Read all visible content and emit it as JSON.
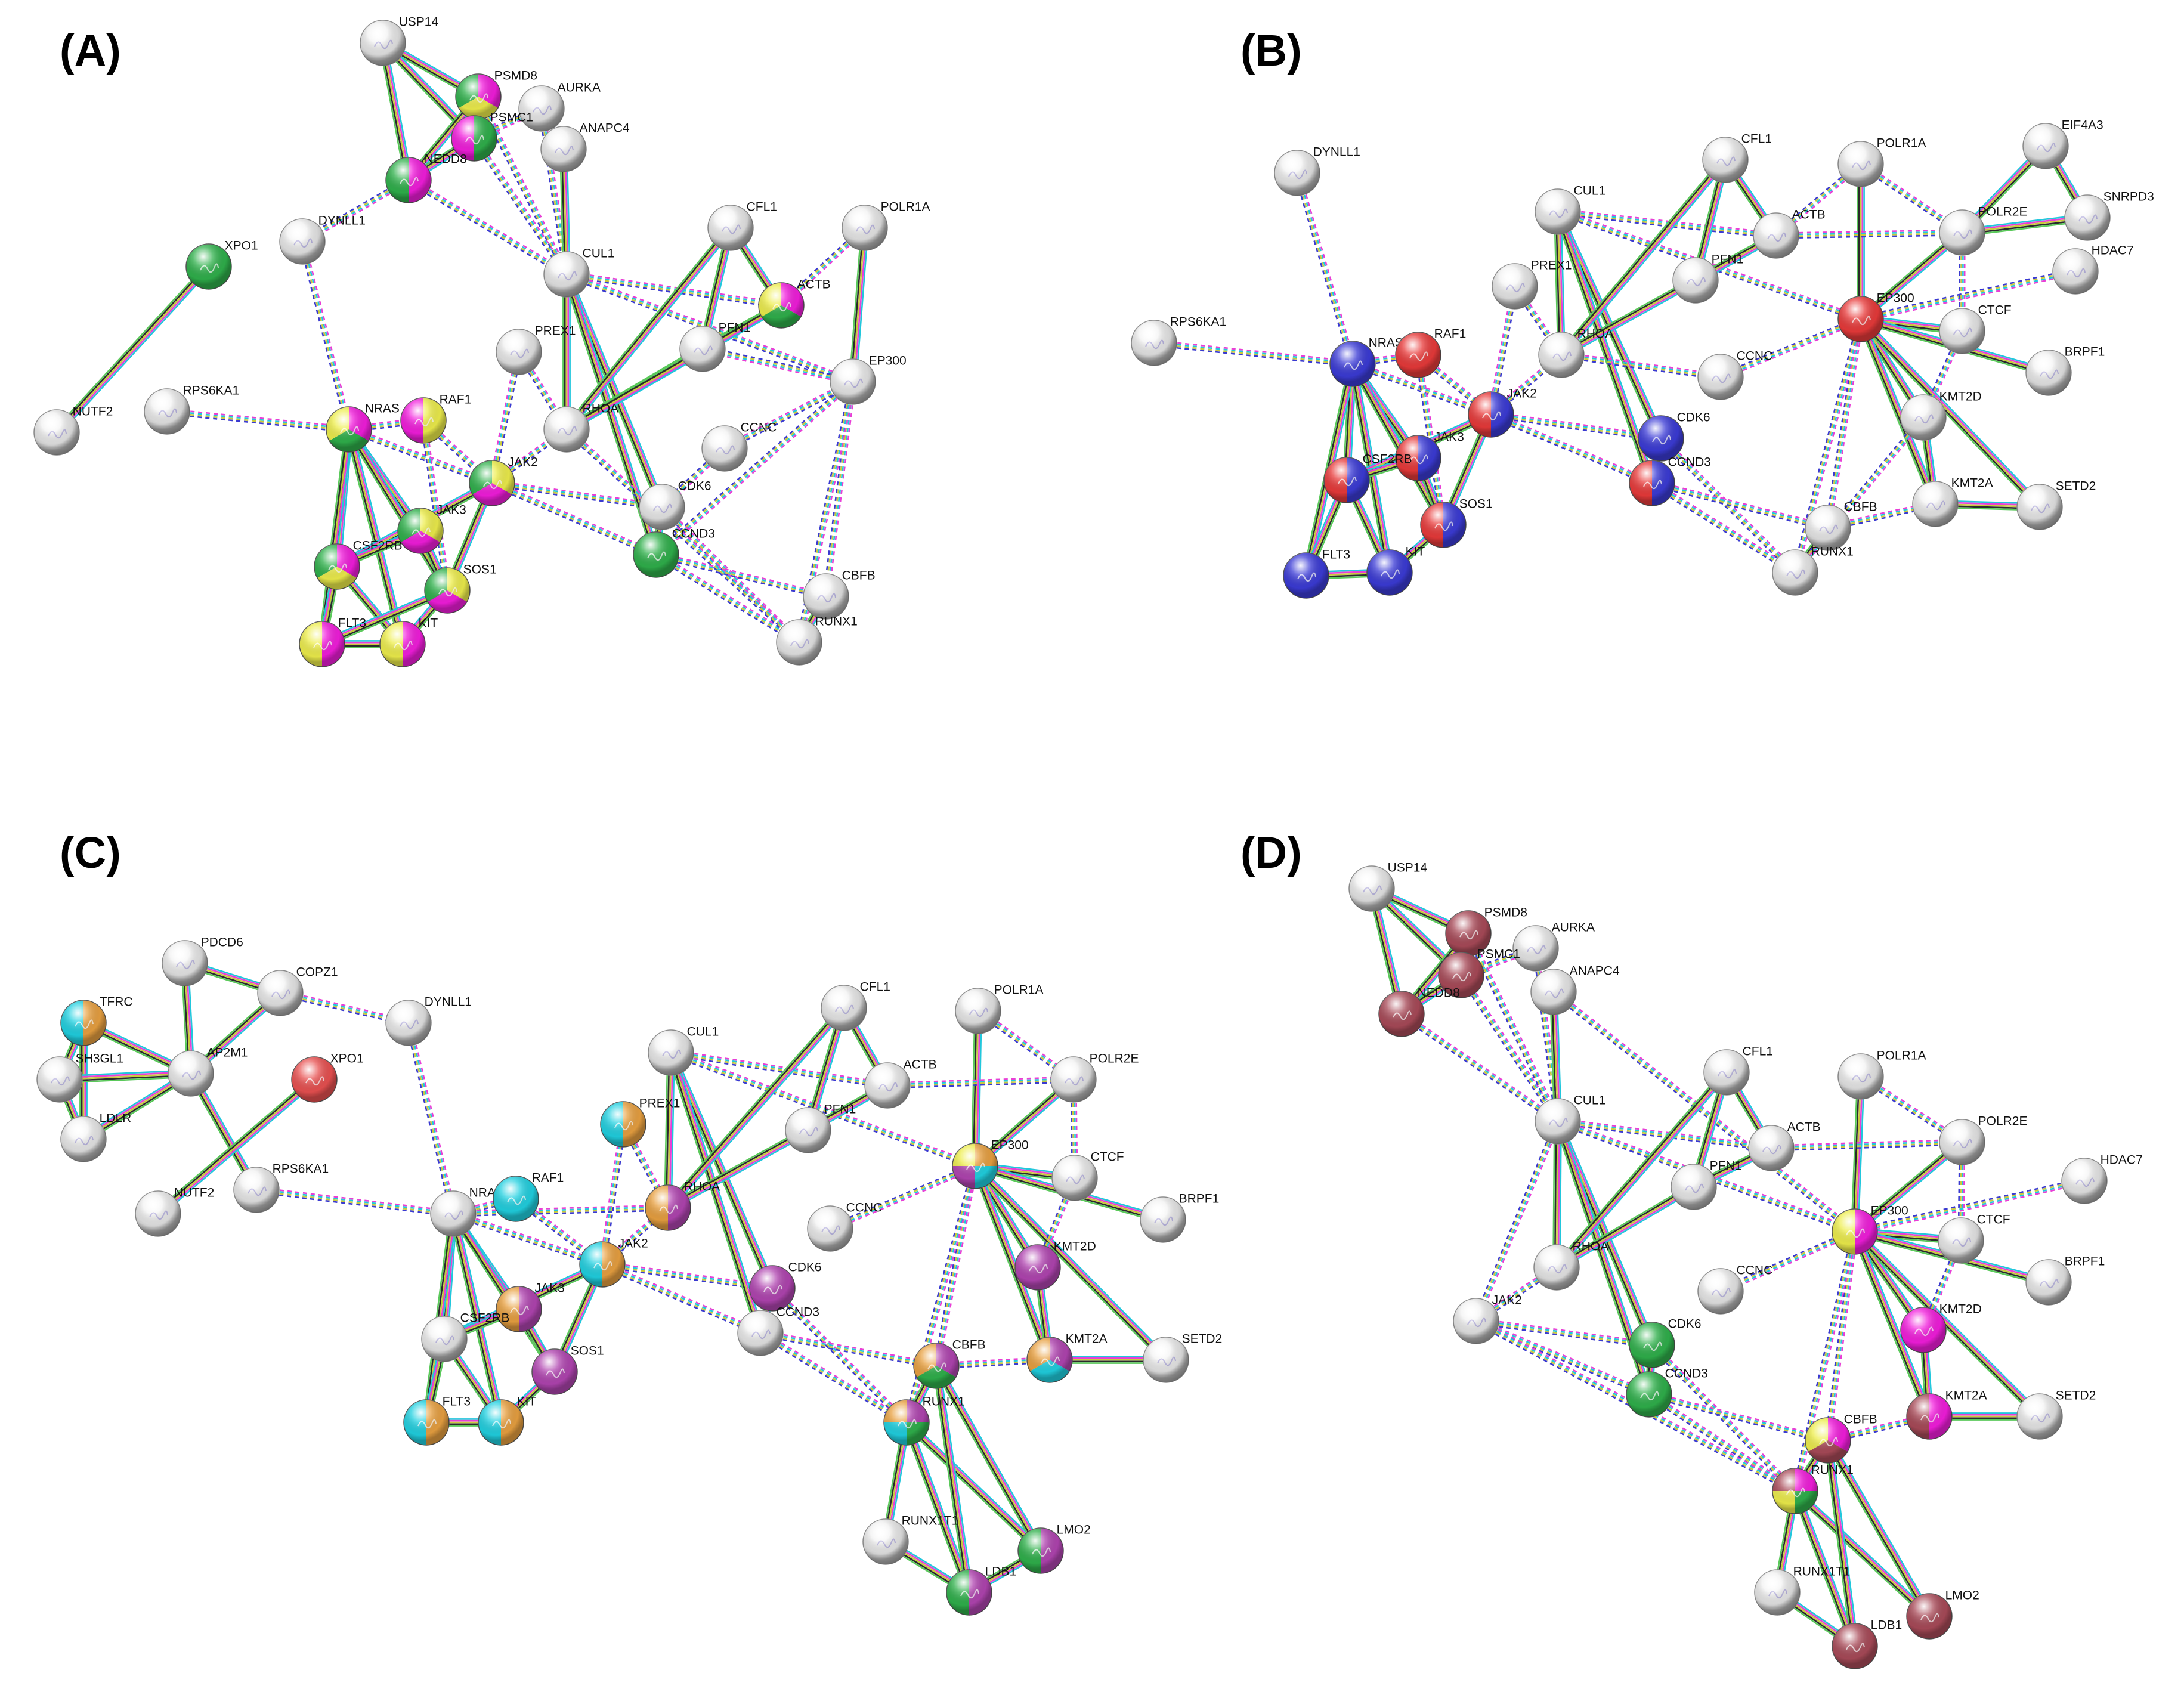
{
  "panels": [
    {
      "label": "(A)",
      "nodes": [
        {
          "name": "USP14",
          "colors": []
        },
        {
          "name": "PSMD8",
          "colors": [
            "#f21ddc",
            "#eded4b",
            "#2fb04b"
          ]
        },
        {
          "name": "AURKA",
          "colors": []
        },
        {
          "name": "PSMC1",
          "colors": [
            "#2fb04b",
            "#f21ddc"
          ]
        },
        {
          "name": "ANAPC4",
          "colors": []
        },
        {
          "name": "NEDD8",
          "colors": [
            "#f21ddc",
            "#2fb04b"
          ]
        },
        {
          "name": "DYNLL1",
          "colors": []
        },
        {
          "name": "CUL1",
          "colors": []
        },
        {
          "name": "CFL1",
          "colors": []
        },
        {
          "name": "POLR1A",
          "colors": []
        },
        {
          "name": "XPO1",
          "colors": [
            "#2fb04b"
          ]
        },
        {
          "name": "ACTB",
          "colors": [
            "#f21ddc",
            "#2fb04b",
            "#eded4b"
          ]
        },
        {
          "name": "PREX1",
          "colors": []
        },
        {
          "name": "PFN1",
          "colors": []
        },
        {
          "name": "EP300",
          "colors": []
        },
        {
          "name": "RPS6KA1",
          "colors": []
        },
        {
          "name": "NUTF2",
          "colors": []
        },
        {
          "name": "NRAS",
          "colors": [
            "#f21ddc",
            "#2fb04b",
            "#eded4b"
          ]
        },
        {
          "name": "RAF1",
          "colors": [
            "#eded4b",
            "#f21ddc"
          ]
        },
        {
          "name": "RHOA",
          "colors": []
        },
        {
          "name": "CCNC",
          "colors": []
        },
        {
          "name": "JAK2",
          "colors": [
            "#eded4b",
            "#f21ddc",
            "#2fb04b"
          ]
        },
        {
          "name": "JAK3",
          "colors": [
            "#eded4b",
            "#f21ddc",
            "#2fb04b"
          ]
        },
        {
          "name": "CDK6",
          "colors": []
        },
        {
          "name": "CSF2RB",
          "colors": [
            "#f21ddc",
            "#eded4b",
            "#2fb04b"
          ]
        },
        {
          "name": "CCND3",
          "colors": [
            "#2fb04b"
          ]
        },
        {
          "name": "SOS1",
          "colors": [
            "#eded4b",
            "#f21ddc",
            "#2fb04b"
          ]
        },
        {
          "name": "FLT3",
          "colors": [
            "#f21ddc",
            "#eded4b"
          ]
        },
        {
          "name": "KIT",
          "colors": [
            "#f21ddc",
            "#eded4b"
          ]
        },
        {
          "name": "CBFB",
          "colors": []
        },
        {
          "name": "RUNX1",
          "colors": []
        }
      ]
    },
    {
      "label": "(B)",
      "nodes": [
        {
          "name": "DYNLL1",
          "colors": []
        },
        {
          "name": "CFL1",
          "colors": []
        },
        {
          "name": "POLR1A",
          "colors": []
        },
        {
          "name": "EIF4A3",
          "colors": []
        },
        {
          "name": "CUL1",
          "colors": []
        },
        {
          "name": "ACTB",
          "colors": []
        },
        {
          "name": "SNRPD3",
          "colors": []
        },
        {
          "name": "POLR2E",
          "colors": []
        },
        {
          "name": "HDAC7",
          "colors": []
        },
        {
          "name": "PREX1",
          "colors": []
        },
        {
          "name": "PFN1",
          "colors": []
        },
        {
          "name": "RPS6KA1",
          "colors": []
        },
        {
          "name": "EP300",
          "colors": [
            "#e83a3a"
          ]
        },
        {
          "name": "CTCF",
          "colors": []
        },
        {
          "name": "NRAS",
          "colors": [
            "#3b3bd6"
          ]
        },
        {
          "name": "RAF1",
          "colors": [
            "#e83a3a"
          ]
        },
        {
          "name": "RHOA",
          "colors": []
        },
        {
          "name": "BRPF1",
          "colors": []
        },
        {
          "name": "CCNC",
          "colors": []
        },
        {
          "name": "JAK2",
          "colors": [
            "#3b3bd6",
            "#e83a3a"
          ]
        },
        {
          "name": "KMT2D",
          "colors": []
        },
        {
          "name": "JAK3",
          "colors": [
            "#3b3bd6",
            "#e83a3a"
          ]
        },
        {
          "name": "CDK6",
          "colors": [
            "#3b3bd6"
          ]
        },
        {
          "name": "CSF2RB",
          "colors": [
            "#3b3bd6",
            "#e83a3a"
          ]
        },
        {
          "name": "CCND3",
          "colors": [
            "#3b3bd6",
            "#e83a3a"
          ]
        },
        {
          "name": "KMT2A",
          "colors": []
        },
        {
          "name": "SETD2",
          "colors": []
        },
        {
          "name": "SOS1",
          "colors": [
            "#3b3bd6",
            "#e83a3a"
          ]
        },
        {
          "name": "CBFB",
          "colors": []
        },
        {
          "name": "FLT3",
          "colors": [
            "#3b3bd6"
          ]
        },
        {
          "name": "KIT",
          "colors": [
            "#3b3bd6"
          ]
        },
        {
          "name": "RUNX1",
          "colors": []
        }
      ]
    },
    {
      "label": "(C)",
      "nodes": [
        {
          "name": "PDCD6",
          "colors": []
        },
        {
          "name": "COPZ1",
          "colors": []
        },
        {
          "name": "TFRC",
          "colors": [
            "#e8a040",
            "#20d0e0"
          ]
        },
        {
          "name": "DYNLL1",
          "colors": []
        },
        {
          "name": "SH3GL1",
          "colors": []
        },
        {
          "name": "AP2M1",
          "colors": []
        },
        {
          "name": "XPO1",
          "colors": [
            "#e85050"
          ]
        },
        {
          "name": "LDLR",
          "colors": []
        },
        {
          "name": "CFL1",
          "colors": []
        },
        {
          "name": "POLR1A",
          "colors": []
        },
        {
          "name": "CUL1",
          "colors": []
        },
        {
          "name": "ACTB",
          "colors": []
        },
        {
          "name": "POLR2E",
          "colors": []
        },
        {
          "name": "PREX1",
          "colors": [
            "#e8a040",
            "#20d0e0"
          ]
        },
        {
          "name": "PFN1",
          "colors": []
        },
        {
          "name": "EP300",
          "colors": [
            "#e8a040",
            "#20d0e0",
            "#b044b0",
            "#eded4b"
          ]
        },
        {
          "name": "CTCF",
          "colors": []
        },
        {
          "name": "RPS6KA1",
          "colors": []
        },
        {
          "name": "NUTF2",
          "colors": []
        },
        {
          "name": "NRAS",
          "colors": []
        },
        {
          "name": "RAF1",
          "colors": [
            "#20d0e0"
          ]
        },
        {
          "name": "RHOA",
          "colors": [
            "#b044b0",
            "#e8a040"
          ]
        },
        {
          "name": "BRPF1",
          "colors": []
        },
        {
          "name": "CCNC",
          "colors": []
        },
        {
          "name": "JAK2",
          "colors": [
            "#e8a040",
            "#20d0e0"
          ]
        },
        {
          "name": "KMT2D",
          "colors": [
            "#b044b0"
          ]
        },
        {
          "name": "CDK6",
          "colors": [
            "#b044b0"
          ]
        },
        {
          "name": "JAK3",
          "colors": [
            "#b044b0",
            "#e8a040"
          ]
        },
        {
          "name": "CSF2RB",
          "colors": []
        },
        {
          "name": "CCND3",
          "colors": []
        },
        {
          "name": "SOS1",
          "colors": [
            "#b044b0"
          ]
        },
        {
          "name": "KMT2A",
          "colors": [
            "#b044b0",
            "#20d0e0",
            "#e8a040"
          ]
        },
        {
          "name": "SETD2",
          "colors": []
        },
        {
          "name": "CBFB",
          "colors": [
            "#b044b0",
            "#2fb04b",
            "#e8a040"
          ]
        },
        {
          "name": "RUNX1",
          "colors": [
            "#b044b0",
            "#2fb04b",
            "#20d0e0",
            "#e8a040"
          ]
        },
        {
          "name": "FLT3",
          "colors": [
            "#e8a040",
            "#20d0e0"
          ]
        },
        {
          "name": "KIT",
          "colors": [
            "#e8a040",
            "#20d0e0"
          ]
        },
        {
          "name": "RUNX1T1",
          "colors": []
        },
        {
          "name": "LMO2",
          "colors": [
            "#b044b0",
            "#2fb04b"
          ]
        },
        {
          "name": "LDB1",
          "colors": [
            "#b044b0",
            "#2fb04b"
          ]
        }
      ]
    },
    {
      "label": "(D)",
      "nodes": [
        {
          "name": "USP14",
          "colors": []
        },
        {
          "name": "PSMD8",
          "colors": [
            "#a84a58"
          ]
        },
        {
          "name": "AURKA",
          "colors": []
        },
        {
          "name": "PSMC1",
          "colors": [
            "#a84a58"
          ]
        },
        {
          "name": "ANAPC4",
          "colors": []
        },
        {
          "name": "NEDD8",
          "colors": [
            "#a84a58"
          ]
        },
        {
          "name": "CFL1",
          "colors": []
        },
        {
          "name": "POLR1A",
          "colors": []
        },
        {
          "name": "CUL1",
          "colors": []
        },
        {
          "name": "ACTB",
          "colors": []
        },
        {
          "name": "POLR2E",
          "colors": []
        },
        {
          "name": "HDAC7",
          "colors": []
        },
        {
          "name": "PFN1",
          "colors": []
        },
        {
          "name": "EP300",
          "colors": [
            "#f21ddc",
            "#eded4b"
          ]
        },
        {
          "name": "CTCF",
          "colors": []
        },
        {
          "name": "RHOA",
          "colors": []
        },
        {
          "name": "CCNC",
          "colors": []
        },
        {
          "name": "BRPF1",
          "colors": []
        },
        {
          "name": "JAK2",
          "colors": []
        },
        {
          "name": "CDK6",
          "colors": [
            "#2fb04b"
          ]
        },
        {
          "name": "KMT2D",
          "colors": [
            "#f21ddc"
          ]
        },
        {
          "name": "CCND3",
          "colors": [
            "#2fb04b"
          ]
        },
        {
          "name": "KMT2A",
          "colors": [
            "#f21ddc",
            "#a84a58"
          ]
        },
        {
          "name": "SETD2",
          "colors": []
        },
        {
          "name": "CBFB",
          "colors": [
            "#f21ddc",
            "#a84a58",
            "#eded4b"
          ]
        },
        {
          "name": "RUNX1",
          "colors": [
            "#f21ddc",
            "#2fb04b",
            "#eded4b",
            "#a84a58"
          ]
        },
        {
          "name": "RUNX1T1",
          "colors": []
        },
        {
          "name": "LMO2",
          "colors": [
            "#a84a58"
          ]
        },
        {
          "name": "LDB1",
          "colors": [
            "#a84a58"
          ]
        }
      ]
    }
  ]
}
